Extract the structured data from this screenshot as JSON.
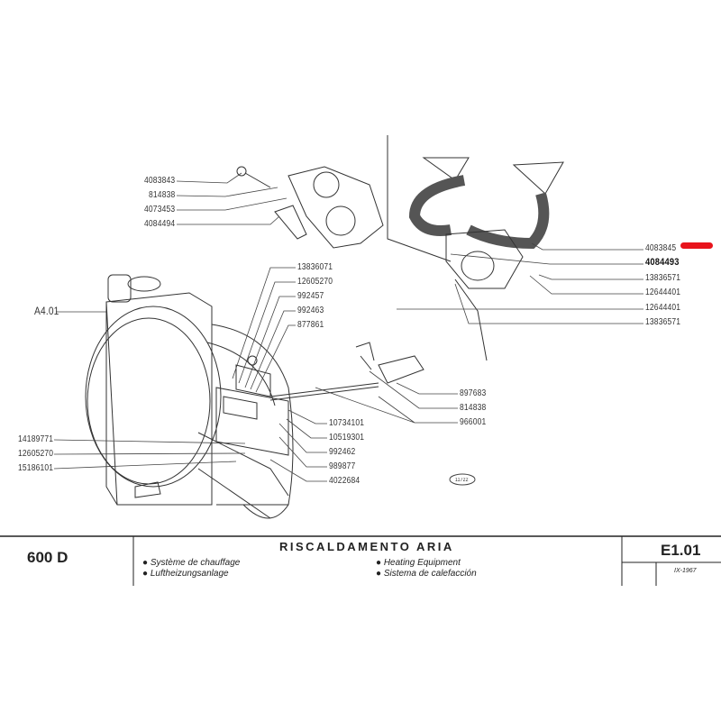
{
  "labels": {
    "top_left": [
      "4083843",
      "814838",
      "4073453",
      "4084494"
    ],
    "right_upper": [
      "4083845",
      "4084493",
      "13836571",
      "12644401",
      "12644401",
      "13836571"
    ],
    "center_column": [
      "13836071",
      "12605270",
      "992457",
      "992463",
      "877861"
    ],
    "ref": "A4.01",
    "right_lower": [
      "897683",
      "814838",
      "966001"
    ],
    "center_lower": [
      "10734101",
      "10519301",
      "992462",
      "989877",
      "4022684"
    ],
    "left_lower": [
      "14189771",
      "12605270",
      "15186101"
    ],
    "drawing_no": "11722"
  },
  "highlight_color": "#e8141c",
  "footer": {
    "model": "600 D",
    "title": "RISCALDAMENTO ARIA",
    "desc_fr": "Système de chauffage",
    "desc_de": "Luftheizungsanlage",
    "desc_en": "Heating Equipment",
    "desc_es": "Sistema de calefacción",
    "code": "E1.01",
    "date": "IX-1967"
  }
}
